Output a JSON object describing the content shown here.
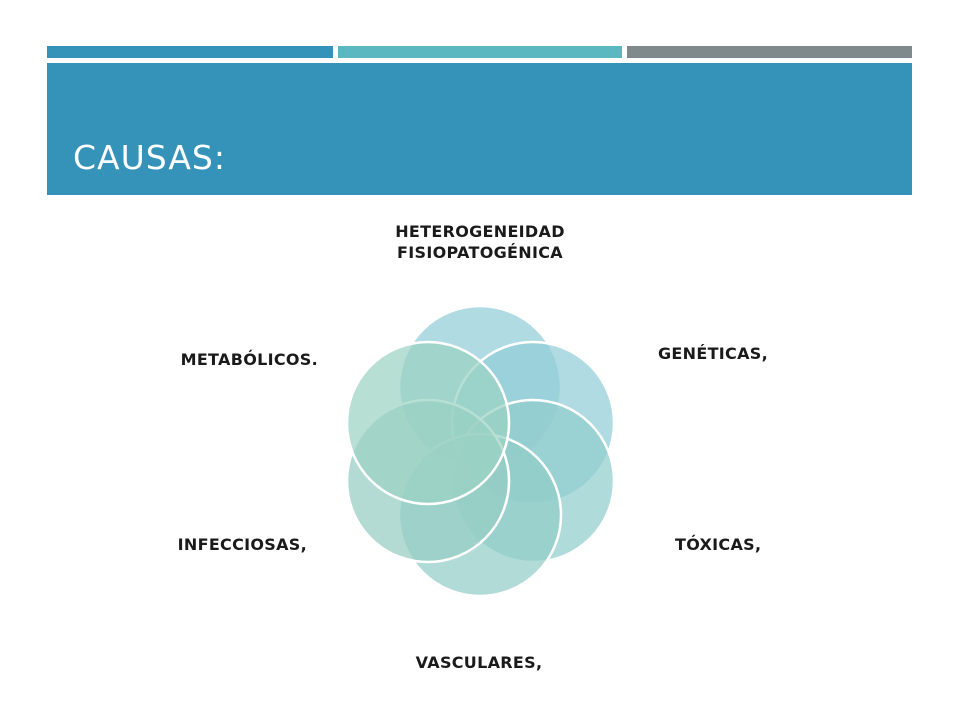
{
  "slide": {
    "title": "CAUSAS:"
  },
  "colors": {
    "accent_blue": "#3592b8",
    "accent_teal": "#5cb8c0",
    "accent_gray": "#7f8a8d"
  },
  "diagram": {
    "type": "venn-cycle",
    "center_label": {
      "line1": "HETEROGENEIDAD",
      "line2": "FISIOPATOGÉNICA"
    },
    "causes": [
      {
        "label": "GENÉTICAS,"
      },
      {
        "label": "TÓXICAS,"
      },
      {
        "label": "VASCULARES,"
      },
      {
        "label": "INFECCIOSAS,"
      },
      {
        "label": "METABÓLICOS."
      }
    ]
  }
}
